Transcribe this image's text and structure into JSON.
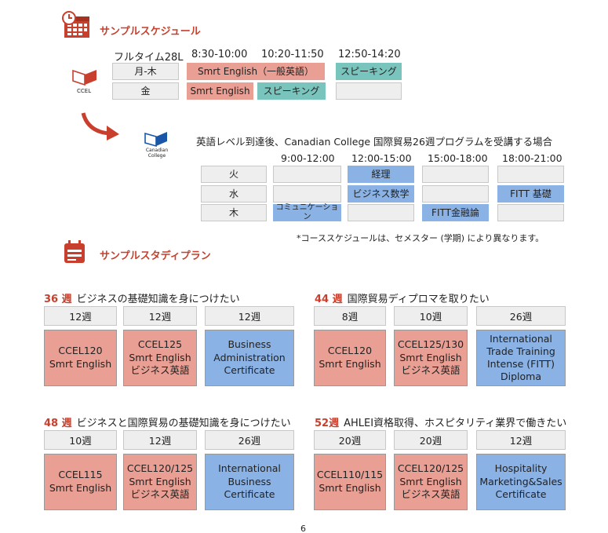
{
  "schedule_section": {
    "title": "サンプルスケジュール",
    "icon": "calendar-clock-icon"
  },
  "ccel": {
    "logo_label": "CCEL",
    "program": "フルタイム28L",
    "times": [
      "8:30-10:00",
      "10:20-11:50",
      "12:50-14:20"
    ],
    "rows": [
      {
        "day": "月-木",
        "c1": "Smrt English（一般英語）",
        "c2": "スピーキング"
      },
      {
        "day": "金",
        "c1": "Smrt English",
        "c2": "スピーキング",
        "c3": ""
      }
    ]
  },
  "college": {
    "logo_label": "Canadian College",
    "intro": "英語レベル到達後、Canadian College 国際貿易26週プログラムを受講する場合",
    "times": [
      "9:00-12:00",
      "12:00-15:00",
      "15:00-18:00",
      "18:00-21:00"
    ],
    "rows": [
      {
        "day": "火",
        "cells": [
          "",
          "経理",
          "",
          ""
        ]
      },
      {
        "day": "水",
        "cells": [
          "",
          "ビジネス数学",
          "",
          "FITT 基礎"
        ]
      },
      {
        "day": "木",
        "cells": [
          "コミュニケーション",
          "",
          "FITT金融論",
          ""
        ]
      }
    ],
    "note": "*コーススケジュールは、セメスター (学期) により異なります。"
  },
  "plan_section": {
    "title": "サンプルスタディプラン",
    "icon": "study-plan-icon"
  },
  "plans": [
    {
      "num": "36 週",
      "title": "ビジネスの基礎知識を身につけたい",
      "weeks": [
        "12週",
        "12週",
        "12週"
      ],
      "boxes": [
        [
          "CCEL120",
          "Smrt English"
        ],
        [
          "CCEL125",
          "Smrt English",
          "ビジネス英語"
        ],
        [
          "Business",
          "Administration",
          "Certificate"
        ]
      ]
    },
    {
      "num": "44 週",
      "title": "国際貿易ディプロマを取りたい",
      "weeks": [
        "8週",
        "10週",
        "26週"
      ],
      "boxes": [
        [
          "CCEL120",
          "Smrt English"
        ],
        [
          "CCEL125/130",
          "Smrt English",
          "ビジネス英語"
        ],
        [
          "International",
          "Trade Training",
          "Intense (FITT)",
          "Diploma"
        ]
      ]
    },
    {
      "num": "48 週",
      "title": "ビジネスと国際貿易の基礎知識を身につけたい",
      "weeks": [
        "10週",
        "12週",
        "26週"
      ],
      "boxes": [
        [
          "CCEL115",
          "Smrt English"
        ],
        [
          "CCEL120/125",
          "Smrt English",
          "ビジネス英語"
        ],
        [
          "International",
          "Business",
          "Certificate"
        ]
      ]
    },
    {
      "num": "52週",
      "title": "AHLEI資格取得、ホスピタリティ業界で働きたい",
      "weeks": [
        "20週",
        "20週",
        "12週"
      ],
      "boxes": [
        [
          "CCEL110/115",
          "Smrt English"
        ],
        [
          "CCEL120/125",
          "Smrt English",
          "ビジネス英語"
        ],
        [
          "Hospitality",
          "Marketing&Sales",
          "Certificate"
        ]
      ]
    }
  ],
  "page_number": "6",
  "colors": {
    "accent": "#c8402d",
    "pink": "#e99f93",
    "teal": "#79c5bd",
    "blue": "#8bb2e4",
    "gray": "#eeeeee"
  }
}
